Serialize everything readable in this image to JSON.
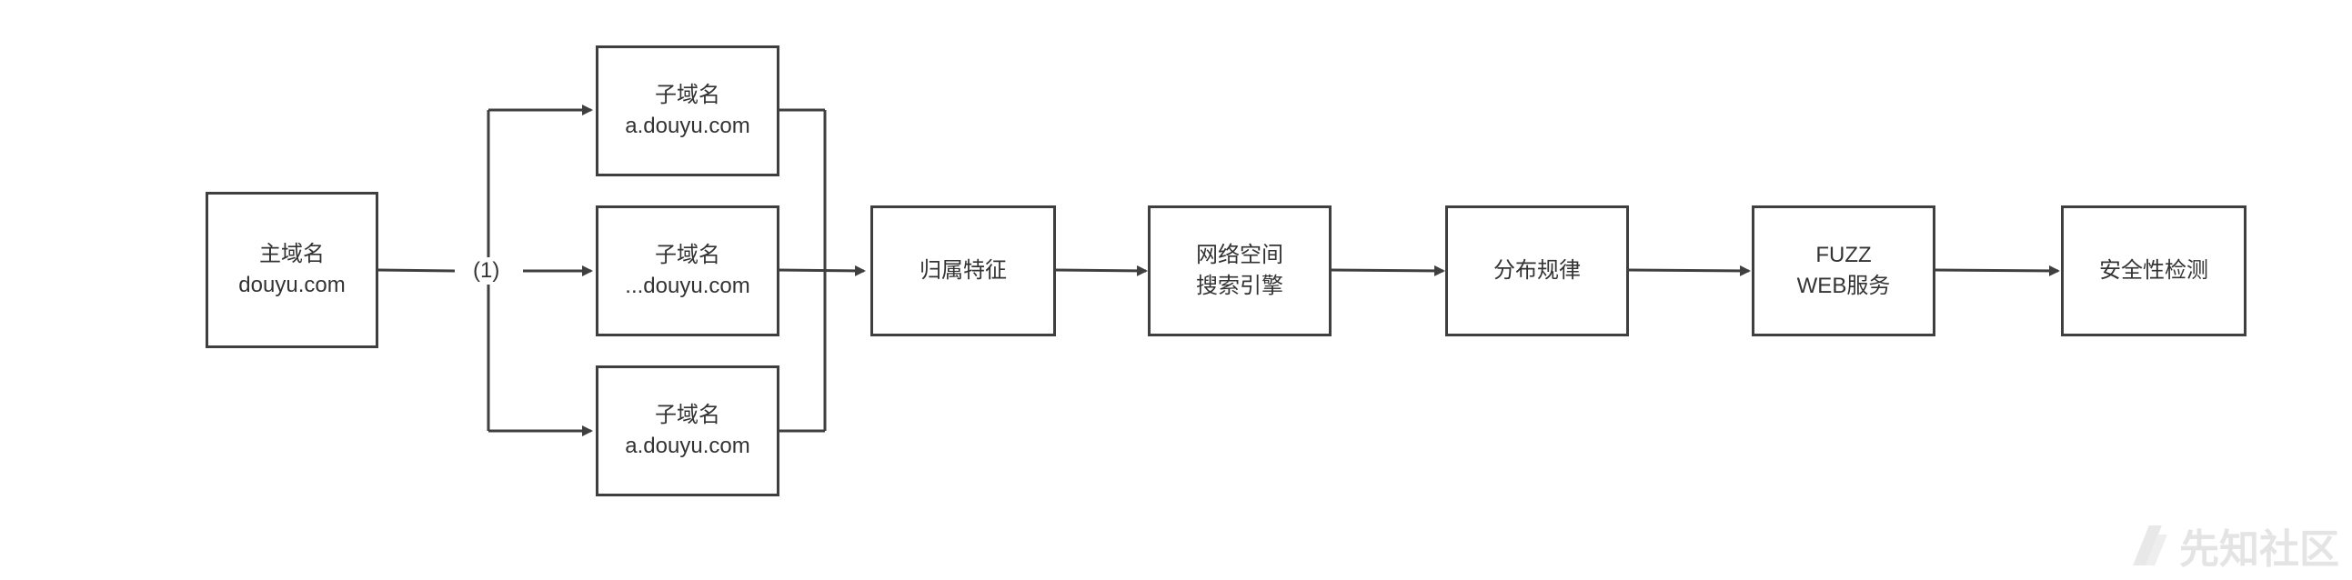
{
  "nodes": {
    "main_domain": {
      "line1": "主域名",
      "line2": "douyu.com"
    },
    "sub_a_top": {
      "line1": "子域名",
      "line2": "a.douyu.com"
    },
    "sub_mid": {
      "line1": "子域名",
      "line2": "...douyu.com"
    },
    "sub_a_bottom": {
      "line1": "子域名",
      "line2": "a.douyu.com"
    },
    "ownership": {
      "line1": "归属特征"
    },
    "cyberspace": {
      "line1": "网络空间",
      "line2": "搜索引擎"
    },
    "distribution": {
      "line1": "分布规律"
    },
    "fuzz": {
      "line1": "FUZZ",
      "line2": "WEB服务"
    },
    "security": {
      "line1": "安全性检测"
    }
  },
  "connector_label": "(1)",
  "watermark": {
    "text": "先知社区"
  },
  "colors": {
    "stroke": "#3f3f3f",
    "text": "#333333",
    "watermark": "#e4e4e4"
  }
}
